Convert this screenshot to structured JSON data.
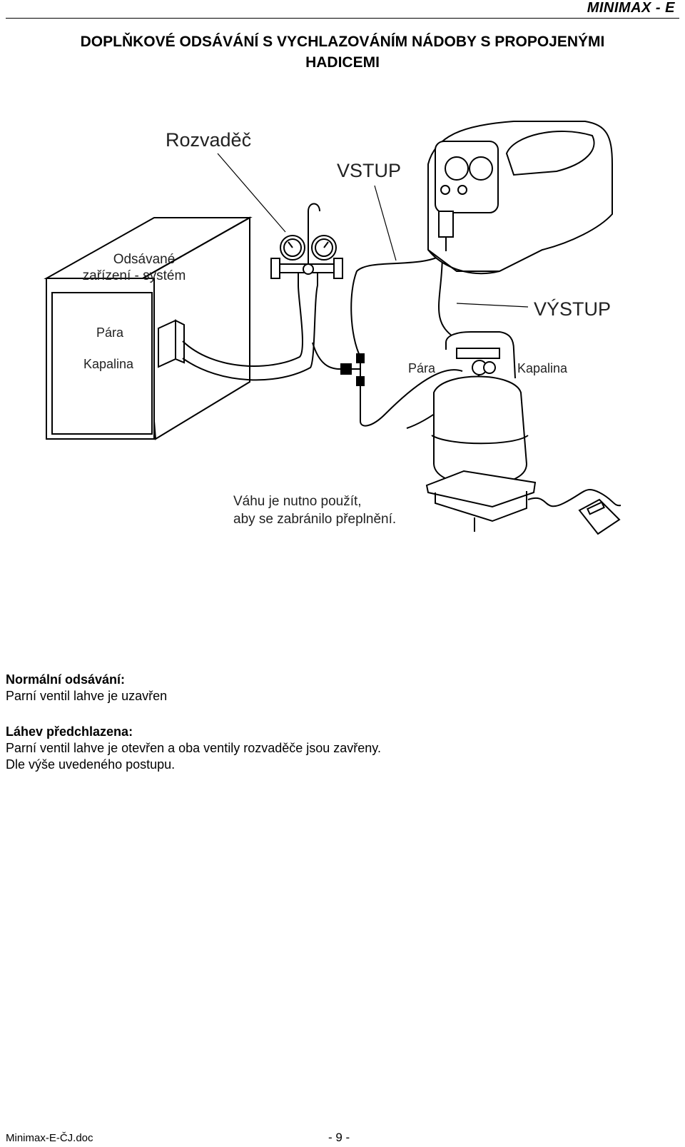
{
  "header": {
    "brand": "MINIMAX - E"
  },
  "title": {
    "line1": "DOPLŇKOVÉ ODSÁVÁNÍ S VYCHLAZOVÁNÍM NÁDOBY S PROPOJENÝMI",
    "line2": "HADICEMI"
  },
  "diagram": {
    "manifold": "Rozvaděč",
    "inlet": "VSTUP",
    "outlet": "VÝSTUP",
    "system_line1": "Odsávané",
    "system_line2": "zařízení - systém",
    "system_vapor": "Pára",
    "system_liquid": "Kapalina",
    "tank_vapor": "Pára",
    "tank_liquid": "Kapalina",
    "scale_note_line1": "Váhu je nutno použít,",
    "scale_note_line2": "aby se zabránilo přeplnění."
  },
  "sections": [
    {
      "heading": "Normální odsávání:",
      "lines": [
        "Parní ventil lahve je uzavřen"
      ]
    },
    {
      "heading": "Láhev předchlazena:",
      "lines": [
        "Parní ventil lahve je otevřen a oba ventily rozvaděče jsou zavřeny.",
        "Dle výše uvedeného postupu."
      ]
    }
  ],
  "footer": {
    "filename": "Minimax-E-ČJ.doc",
    "page": "- 9 -"
  }
}
